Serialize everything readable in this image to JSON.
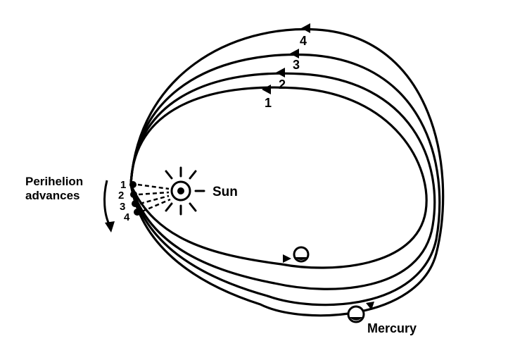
{
  "labels": {
    "sun": "Sun",
    "perihelion_line1": "Perihelion",
    "perihelion_line2": "advances",
    "planet": "Mercury"
  },
  "orbits": [
    {
      "number": "1"
    },
    {
      "number": "2"
    },
    {
      "number": "3"
    },
    {
      "number": "4"
    }
  ],
  "perihelion_markers": [
    "1",
    "2",
    "3",
    "4"
  ],
  "colors": {
    "ink": "#000000",
    "background": "#ffffff"
  }
}
